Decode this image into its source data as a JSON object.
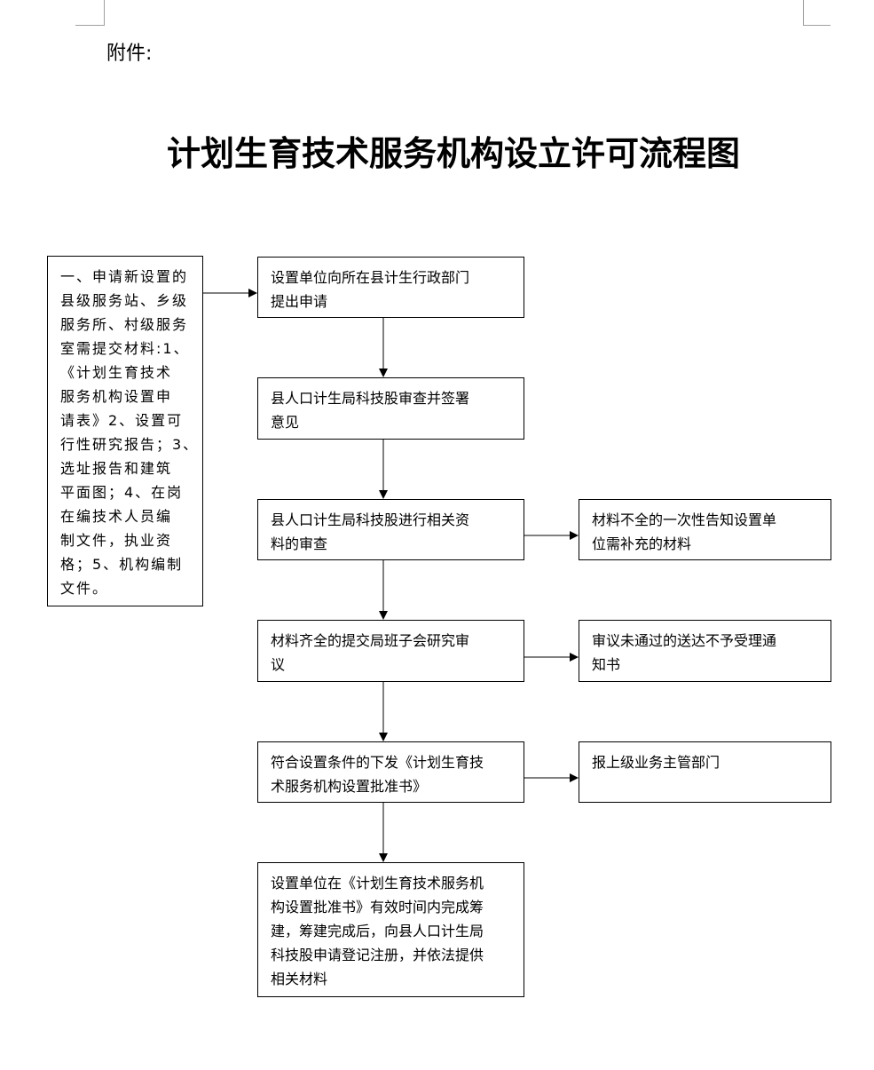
{
  "attachment_label": "附件:",
  "title": "计划生育技术服务机构设立许可流程图",
  "materials_box": {
    "lines": [
      "一、申请新设置的",
      "县级服务站、乡级",
      "服务所、村级服务",
      "室需提交材料:1、",
      "《计划生育技术",
      "服务机构设置申",
      "请表》2、设置可",
      "行性研究报告；3、",
      "选址报告和建筑",
      "平面图；4、在岗",
      "在编技术人员编",
      "制文件，执业资",
      "格；5、机构编制",
      "文件。"
    ]
  },
  "steps": [
    {
      "lines": [
        "设置单位向所在县计生行政部门",
        "提出申请"
      ]
    },
    {
      "lines": [
        "县人口计生局科技股审查并签署",
        "意见"
      ]
    },
    {
      "lines": [
        "县人口计生局科技股进行相关资",
        "料的审查"
      ]
    },
    {
      "lines": [
        "材料齐全的提交局班子会研究审",
        "议"
      ]
    },
    {
      "lines": [
        "符合设置条件的下发《计划生育技",
        "术服务机构设置批准书》"
      ]
    },
    {
      "lines": [
        "设置单位在《计划生育技术服务机",
        "构设置批准书》有效时间内完成筹",
        "建，筹建完成后，向县人口计生局",
        "科技股申请登记注册，并依法提供",
        "相关材料"
      ]
    }
  ],
  "side_outcomes": [
    {
      "lines": [
        "材料不全的一次性告知设置单",
        "位需补充的材料"
      ]
    },
    {
      "lines": [
        "审议未通过的送达不予受理通",
        "知书"
      ]
    },
    {
      "lines": [
        "报上级业务主管部门"
      ]
    }
  ]
}
